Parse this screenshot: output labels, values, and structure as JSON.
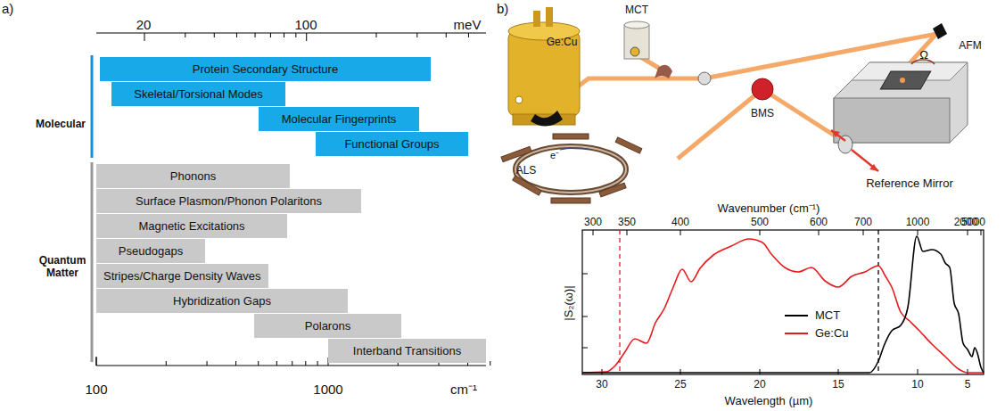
{
  "diagram": {
    "nodes": [
      {
        "text": [
          "Protein Secondary Structure"
        ]
      },
      {
        "text": [
          "Skeletal/Torsional Modes"
        ]
      },
      {
        "text": [
          "Molecular Fingerprints"
        ]
      },
      {
        "text": [
          "Functional Groups"
        ]
      },
      {
        "text": [
          "Phonons"
        ]
      },
      {
        "text": [
          "Surface Plasmon/Phonon Polaritons"
        ]
      },
      {
        "text": [
          "Magnetic Excitations"
        ]
      },
      {
        "text": [
          "Pseudogaps"
        ]
      },
      {
        "text": [
          "Stripes/Charge Density Waves"
        ]
      },
      {
        "text": [
          "Hybridization Gaps"
        ]
      },
      {
        "text": [
          "Polarons"
        ]
      },
      {
        "text": [
          "Interband Transitions"
        ]
      }
    ],
    "labels": [
      "a)",
      "20",
      "100",
      "meV",
      "Molecular",
      "Quantum Matter",
      "100",
      "1000",
      "cm⁻¹",
      "b)",
      "Ge:Cu",
      "MCT",
      "BMS",
      "AFM",
      "Ω",
      "ALS",
      "e⁻",
      "Reference Mirror",
      "Wavenumber (cm⁻¹)",
      "300",
      "350",
      "400",
      "500",
      "600",
      "700",
      "1000",
      "2000",
      "5000",
      "|S₂(ω)|",
      "30",
      "25",
      "20",
      "15",
      "10",
      "5",
      "Wavelength (µm)"
    ],
    "legend": [
      {
        "text": "MCT",
        "color": "#000000"
      },
      {
        "text": "Ge:Cu",
        "color": "#e8191c"
      }
    ]
  }
}
